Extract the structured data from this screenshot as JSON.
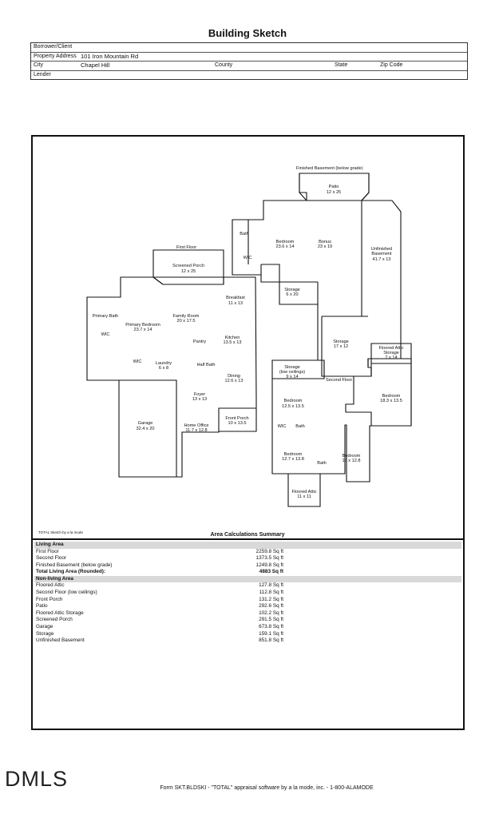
{
  "title": "Building Sketch",
  "header": {
    "borrower_label": "Borrower/Client",
    "property_label": "Property Address",
    "property_value": "101 Iron Mountain Rd",
    "city_label": "City",
    "city_value": "Chapel Hill",
    "county_label": "County",
    "state_label": "State",
    "zip_label": "Zip Code",
    "lender_label": "Lender"
  },
  "plan": {
    "basement_title": "Finished Basement (below grade)",
    "first_floor_title": "First Floor",
    "second_floor_title": "Second Floor",
    "rooms": {
      "patio": "Patio",
      "patio_dim": "12 x 25",
      "bath_b": "Bath",
      "bedroom_b": "Bedroom",
      "bedroom_b_dim": "23.6 x 14",
      "bonus": "Bonus",
      "bonus_dim": "23 x 19",
      "unfinished": "Unfinished",
      "unfinished2": "Basement",
      "unfinished_dim": "41.7 x 13",
      "wic_b": "WIC",
      "storage_b": "Storage",
      "storage_b_dim": "6 x 20",
      "storage_b2": "Storage",
      "storage_b2_dim": "17 x 12",
      "screened": "Screened Porch",
      "screened_dim": "12 x 25",
      "breakfast": "Breakfast",
      "breakfast_dim": "11 x 13",
      "primary_bath": "Primary Bath",
      "primary_bed": "Primary Bedroom",
      "primary_bed_dim": "23.7 x 14",
      "family": "Family Room",
      "family_dim": "20 x 17.5",
      "wic_1": "WIC",
      "pantry": "Pantry",
      "kitchen": "Kitchen",
      "kitchen_dim": "13.5 x 13",
      "wic_2": "WIC",
      "laundry": "Laundry",
      "laundry_dim": "6 x 8",
      "half_bath": "Half Bath",
      "dining": "Dining",
      "dining_dim": "12.6 x 13",
      "foyer": "Foyer",
      "foyer_dim": "13 x 13",
      "garage": "Garage",
      "garage_dim": "32.4 x 20",
      "home_office": "Home Office",
      "home_office_dim": "11.7 x 12.8",
      "front_porch": "Front Porch",
      "front_porch_dim": "10 x 13.5",
      "storage_low": "Storage",
      "storage_low2": "(low ceilings)",
      "storage_low_dim": "9 x 14",
      "floored_attic_storage": "Floored Attic",
      "floored_attic_storage2": "Storage",
      "floored_attic_storage_dim": "7 x 14",
      "bedroom_2a": "Bedroom",
      "bedroom_2a_dim": "12.5 x 13.5",
      "bedroom_2b": "Bedroom",
      "bedroom_2b_dim": "18.3 x 13.5",
      "wic_3": "WIC",
      "bath_2": "Bath",
      "bedroom_2c": "Bedroom",
      "bedroom_2c_dim": "12.7 x 13.8",
      "bath_3": "Bath",
      "bedroom_2d": "Bedroom",
      "bedroom_2d_dim": "15 x 12.8",
      "floored_attic": "Floored Attic",
      "floored_attic_dim": "11 x 11"
    }
  },
  "summary": {
    "credit": "TOTAL Sketch by a la mode",
    "title": "Area Calculations Summary",
    "living_title": "Living Area",
    "living": [
      {
        "label": "First Floor",
        "value": "2259.8 Sq ft"
      },
      {
        "label": "Second Floor",
        "value": "1373.5 Sq ft"
      },
      {
        "label": "Finished Basement (below grade)",
        "value": "1249.8 Sq ft"
      }
    ],
    "total_label": "Total Living Area (Rounded):",
    "total_value": "4883 Sq ft",
    "nonliving_title": "Non-living Area",
    "nonliving": [
      {
        "label": "Floored Attic",
        "value": "127.8 Sq ft"
      },
      {
        "label": "Second Floor (low ceilings)",
        "value": "112.8 Sq ft"
      },
      {
        "label": "Front Porch",
        "value": "131.2 Sq ft"
      },
      {
        "label": "Patio",
        "value": "292.6 Sq ft"
      },
      {
        "label": "Floored Attic Storage",
        "value": "102.2 Sq ft"
      },
      {
        "label": "Screened Porch",
        "value": "291.5 Sq ft"
      },
      {
        "label": "Garage",
        "value": "673.8 Sq ft"
      },
      {
        "label": "Storage",
        "value": "159.1 Sq ft"
      },
      {
        "label": "Unfinished Basement",
        "value": "851.8 Sq ft"
      }
    ]
  },
  "logo": "DMLS",
  "footer": "Form SKT.BLDSKI - \"TOTAL\" appraisal software by a la mode, inc. - 1-800-ALAMODE"
}
